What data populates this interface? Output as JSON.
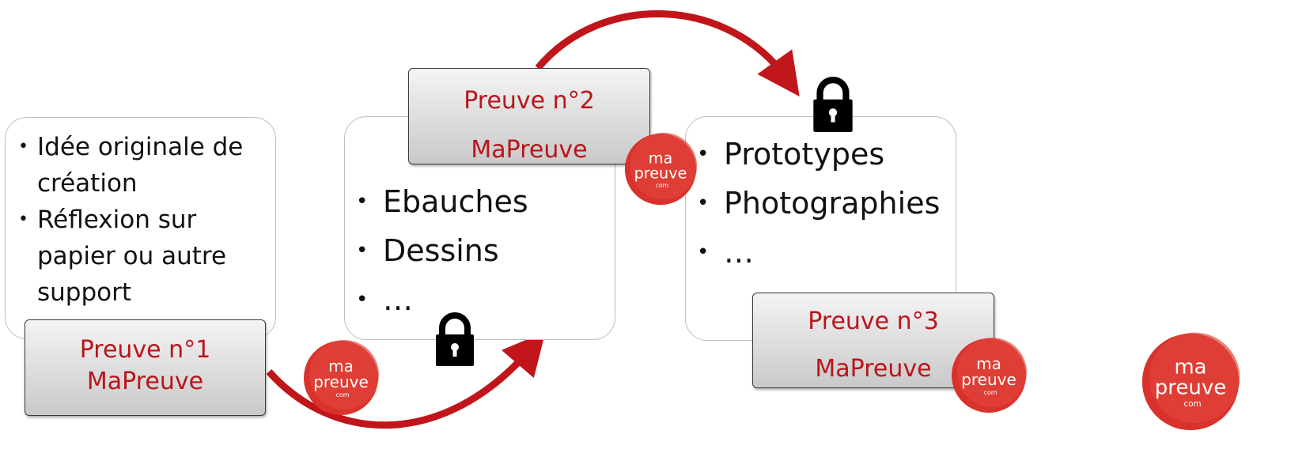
{
  "cards": {
    "idea": {
      "items": [
        "Idée originale de création",
        "Réflexion sur papier ou autre support"
      ]
    },
    "sketches": {
      "items": [
        "Ebauches",
        "Dessins",
        "…"
      ]
    },
    "prototypes": {
      "items": [
        "Prototypes",
        "Photographies",
        "…"
      ]
    }
  },
  "proofs": [
    {
      "title": "Preuve n°1",
      "brand": "MaPreuve"
    },
    {
      "title": "Preuve n°2",
      "brand": "MaPreuve"
    },
    {
      "title": "Preuve n°3",
      "brand": "MaPreuve"
    }
  ],
  "logo": {
    "line1": "ma",
    "line2": "preuve",
    "line3": "com"
  },
  "colors": {
    "accent_red": "#b8151b",
    "arrow_red": "#c0151b",
    "logo_red": "#d9312b",
    "card_border": "#bdbdbd"
  },
  "icons": [
    "padlock-icon",
    "mapreuve-logo",
    "curved-arrow"
  ]
}
